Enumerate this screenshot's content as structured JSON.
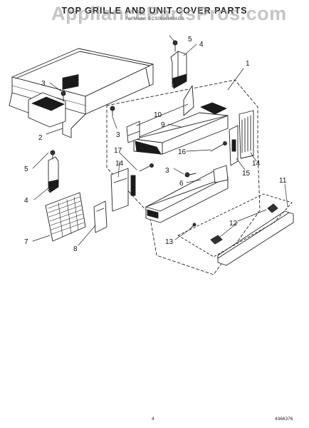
{
  "header": {
    "title": "TOP GRILLE AND UNIT COVER PARTS",
    "subtitle": "For Model: ECS0690HMAG0"
  },
  "watermark": "AppliancePartsPros.com",
  "callouts": [
    "1",
    "2",
    "3",
    "3",
    "3",
    "4",
    "4",
    "5",
    "5",
    "6",
    "7",
    "8",
    "9",
    "10",
    "11",
    "12",
    "13",
    "14",
    "14",
    "15",
    "16",
    "17"
  ],
  "footer": {
    "page_number": "4",
    "doc_number": "4366376"
  }
}
